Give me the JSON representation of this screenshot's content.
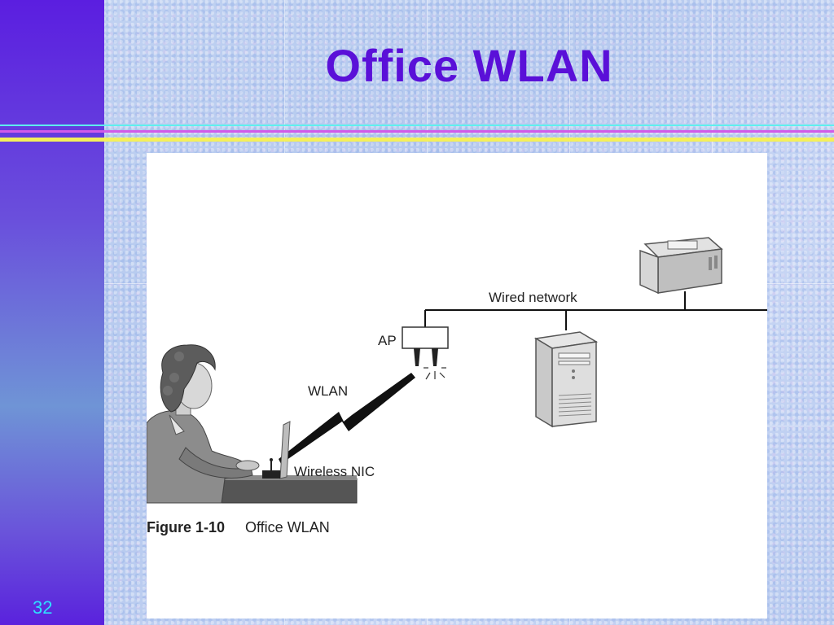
{
  "slide": {
    "title": "Office WLAN",
    "number": "32"
  },
  "figure": {
    "labels": {
      "wired_network": "Wired network",
      "ap": "AP",
      "wlan": "WLAN",
      "wireless_nic": "Wireless NIC"
    },
    "caption": {
      "figure_id": "Figure 1-10",
      "text": "Office WLAN"
    }
  },
  "colors": {
    "title": "#5a10d8",
    "sidebar_top": "#5b1ee0",
    "slide_number": "#2ee0ff",
    "rule_cyan": "#5ef0ee",
    "rule_magenta": "#d25ae8",
    "rule_yellow": "#f4f05a"
  }
}
